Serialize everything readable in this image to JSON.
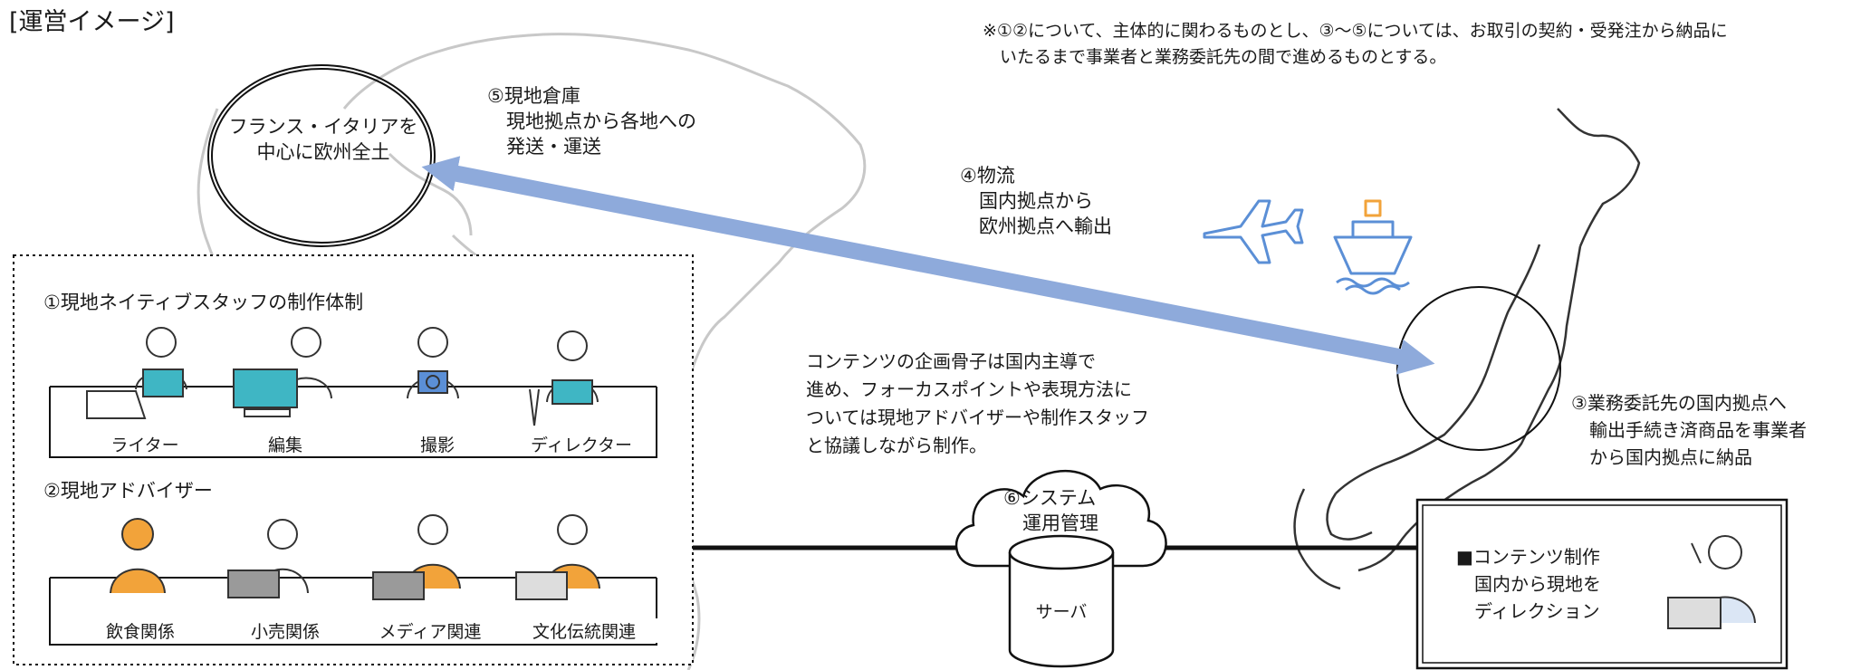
{
  "title": "[運営イメージ]",
  "note": "※①②について、主体的に関わるものとし、③～⑤については、お取引の契約・受発注から納品に\n　いたるまで事業者と業務委託先の間で進めるものとする。",
  "europe_label": "フランス・イタリアを\n中心に欧州全土",
  "warehouse": "⑤現地倉庫\n　現地拠点から各地への\n　発送・運送",
  "logistics": "④物流\n　国内拠点から\n　欧州拠点へ輸出",
  "contents_desc": "コンテンツの企画骨子は国内主導で\n進め、フォーカスポイントや表現方法に\nついては現地アドバイザーや制作スタッフ\nと協議しながら制作。",
  "domestic_base": "③業務委託先の国内拠点へ\n　輸出手続き済商品を事業者\n　から国内拠点に納品",
  "staff_heading": "①現地ネイティブスタッフの制作体制",
  "staff_roles": [
    "ライター",
    "編集",
    "撮影",
    "ディレクター"
  ],
  "advisor_heading": "②現地アドバイザー",
  "advisor_roles": [
    "飲食関係",
    "小売関係",
    "メディア関連",
    "文化伝統関連"
  ],
  "system": "⑥システム\n　運用管理",
  "server": "サーバ",
  "direction": "■コンテンツ制作\n　国内から現地を\n　ディレクション",
  "colors": {
    "arrow": "#8eaadb",
    "map_line": "#bfbfbf",
    "accent_teal": "#3fb6c4",
    "accent_orange": "#f2a33a",
    "accent_blue": "#5b8fd6"
  }
}
